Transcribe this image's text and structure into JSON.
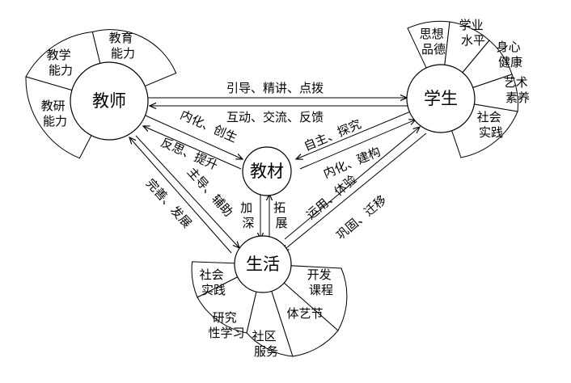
{
  "nodes": {
    "teacher": {
      "label": "教师",
      "petals": [
        {
          "label": [
            "教育",
            "能力"
          ]
        },
        {
          "label": [
            "教学",
            "能力"
          ]
        },
        {
          "label": [
            "教研",
            "能力"
          ]
        }
      ]
    },
    "student": {
      "label": "学生",
      "petals": [
        {
          "label": [
            "思想",
            "品德"
          ]
        },
        {
          "label": [
            "学业",
            "水平"
          ]
        },
        {
          "label": [
            "身心",
            "健康"
          ]
        },
        {
          "label": [
            "艺术",
            "素养"
          ]
        },
        {
          "label": [
            "社会",
            "实践"
          ]
        }
      ]
    },
    "material": {
      "label": "教材"
    },
    "life": {
      "label": "生活",
      "petals": [
        {
          "label": [
            "社会",
            "实践"
          ]
        },
        {
          "label": [
            "研究",
            "性学习"
          ]
        },
        {
          "label": [
            "社区",
            "服务"
          ]
        },
        {
          "label": [
            "体艺节"
          ]
        },
        {
          "label": [
            "开发",
            "课程"
          ]
        }
      ]
    }
  },
  "edges": {
    "teacher_to_student": "引导、精讲、点拨",
    "student_to_teacher": "互动、交流、反馈",
    "teacher_to_material": "内化、创生",
    "material_to_teacher": "反思、提升",
    "student_to_material": "自主、探究",
    "material_to_student": "内化、建构",
    "material_to_life": [
      "加",
      "深"
    ],
    "life_to_material": [
      "拓",
      "展"
    ],
    "teacher_to_life": "主导、辅助",
    "life_to_teacher": "完善、发展",
    "life_to_student": "运用、体验",
    "student_to_life": "巩固、迁移"
  }
}
